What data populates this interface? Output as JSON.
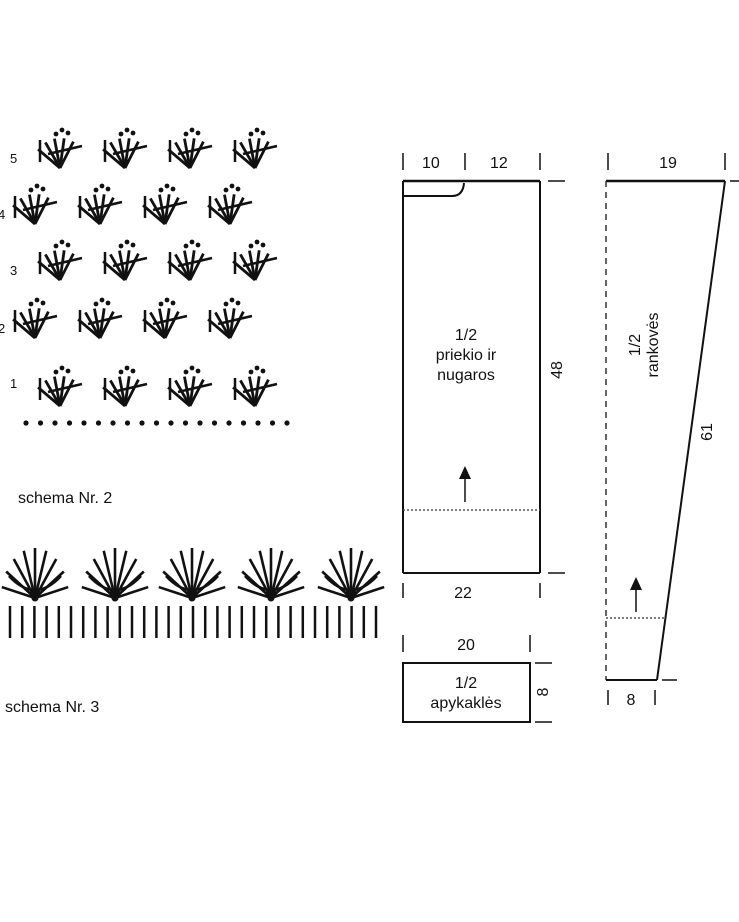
{
  "stitch_chart": {
    "row_numbers": [
      "5",
      "4",
      "3",
      "2",
      "1"
    ]
  },
  "schema2": {
    "label": "schema Nr. 2"
  },
  "schema3": {
    "label": "schema Nr. 3"
  },
  "body_panel": {
    "top_left": "10",
    "top_right": "12",
    "height": "48",
    "bottom": "22",
    "label_line1": "1/2",
    "label_line2": "priekio ir",
    "label_line3": "nugaros"
  },
  "collar_panel": {
    "width": "20",
    "height": "8",
    "label_line1": "1/2",
    "label_line2": "apykaklės"
  },
  "sleeve_panel": {
    "top": "19",
    "length": "61",
    "bottom": "8",
    "label_line1": "1/2",
    "label_line2": "rankovės"
  }
}
